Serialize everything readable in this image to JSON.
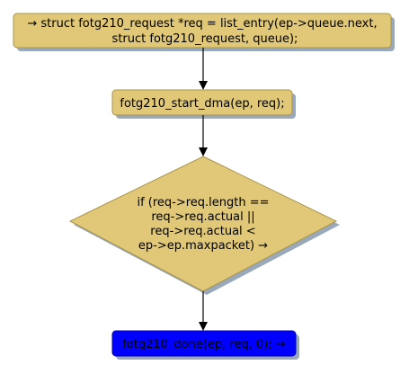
{
  "colors": {
    "node_fill": "#E0C878",
    "node_stroke": "#A89548",
    "shadow": "#9AA8BC",
    "highlight_fill": "#0000FF",
    "highlight_stroke": "#0000A8",
    "edge": "#000000"
  },
  "nodes": {
    "assign": {
      "line1": "→ struct fotg210_request *req = list_entry(ep->queue.next,",
      "line2": "struct fotg210_request, queue);"
    },
    "start_dma": {
      "label": "fotg210_start_dma(ep, req);"
    },
    "decision": {
      "line1": "if (req->req.length ==",
      "line2": "req->req.actual ||",
      "line3": "req->req.actual <",
      "line4": "ep->ep.maxpacket) →"
    },
    "done": {
      "label": "fotg210_done(ep, req, 0); →"
    }
  }
}
